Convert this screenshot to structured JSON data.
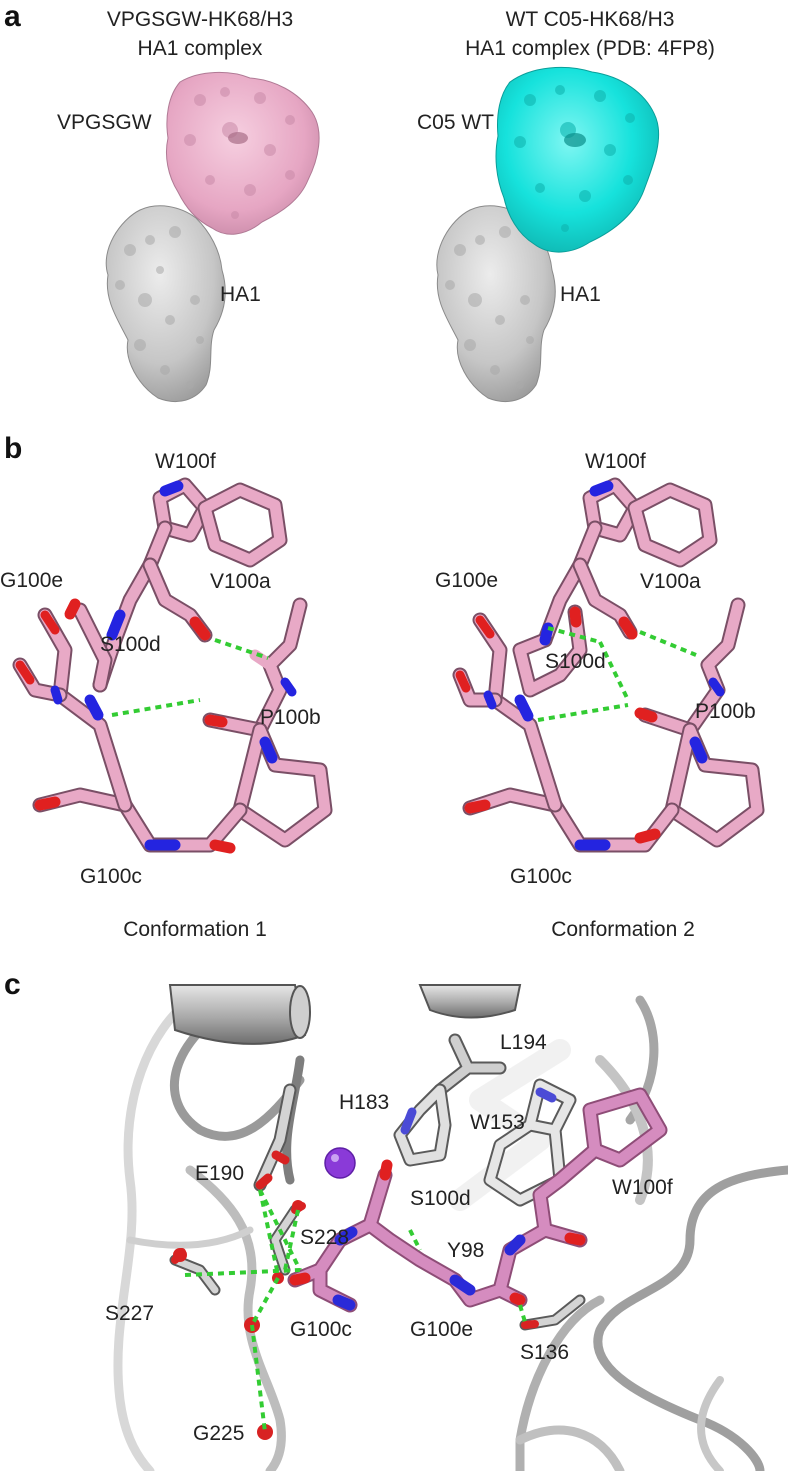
{
  "panels": {
    "a": {
      "letter": "a",
      "left": {
        "title_line1": "VPGSGW-HK68/H3",
        "title_line2": "HA1 complex",
        "antibody_label": "VPGSGW",
        "antigen_label": "HA1",
        "antibody_color": "#e8a9c6"
      },
      "right": {
        "title_line1": "WT C05-HK68/H3",
        "title_line2": "HA1 complex (PDB: 4FP8)",
        "antibody_label": "C05 WT",
        "antigen_label": "HA1",
        "antibody_color": "#1ee6e0"
      },
      "antigen_color": "#c8c8c8"
    },
    "b": {
      "letter": "b",
      "conf1": {
        "caption": "Conformation 1",
        "residues": [
          "W100f",
          "V100a",
          "G100e",
          "S100d",
          "P100b",
          "G100c"
        ]
      },
      "conf2": {
        "caption": "Conformation 2",
        "residues": [
          "W100f",
          "V100a",
          "G100e",
          "S100d",
          "P100b",
          "G100c"
        ]
      },
      "colors": {
        "carbon": "#e8a9c6",
        "nitrogen": "#2424e0",
        "oxygen": "#e02020",
        "hbond": "#33cc33"
      }
    },
    "c": {
      "letter": "c",
      "residues": [
        "L194",
        "H183",
        "W153",
        "E190",
        "S100d",
        "W100f",
        "S228",
        "Y98",
        "S227",
        "G100c",
        "G100e",
        "S136",
        "G225"
      ],
      "colors": {
        "ha1": "#b8b8b8",
        "antibody": "#d58cbf",
        "ion": "#8a3ad8"
      }
    }
  }
}
